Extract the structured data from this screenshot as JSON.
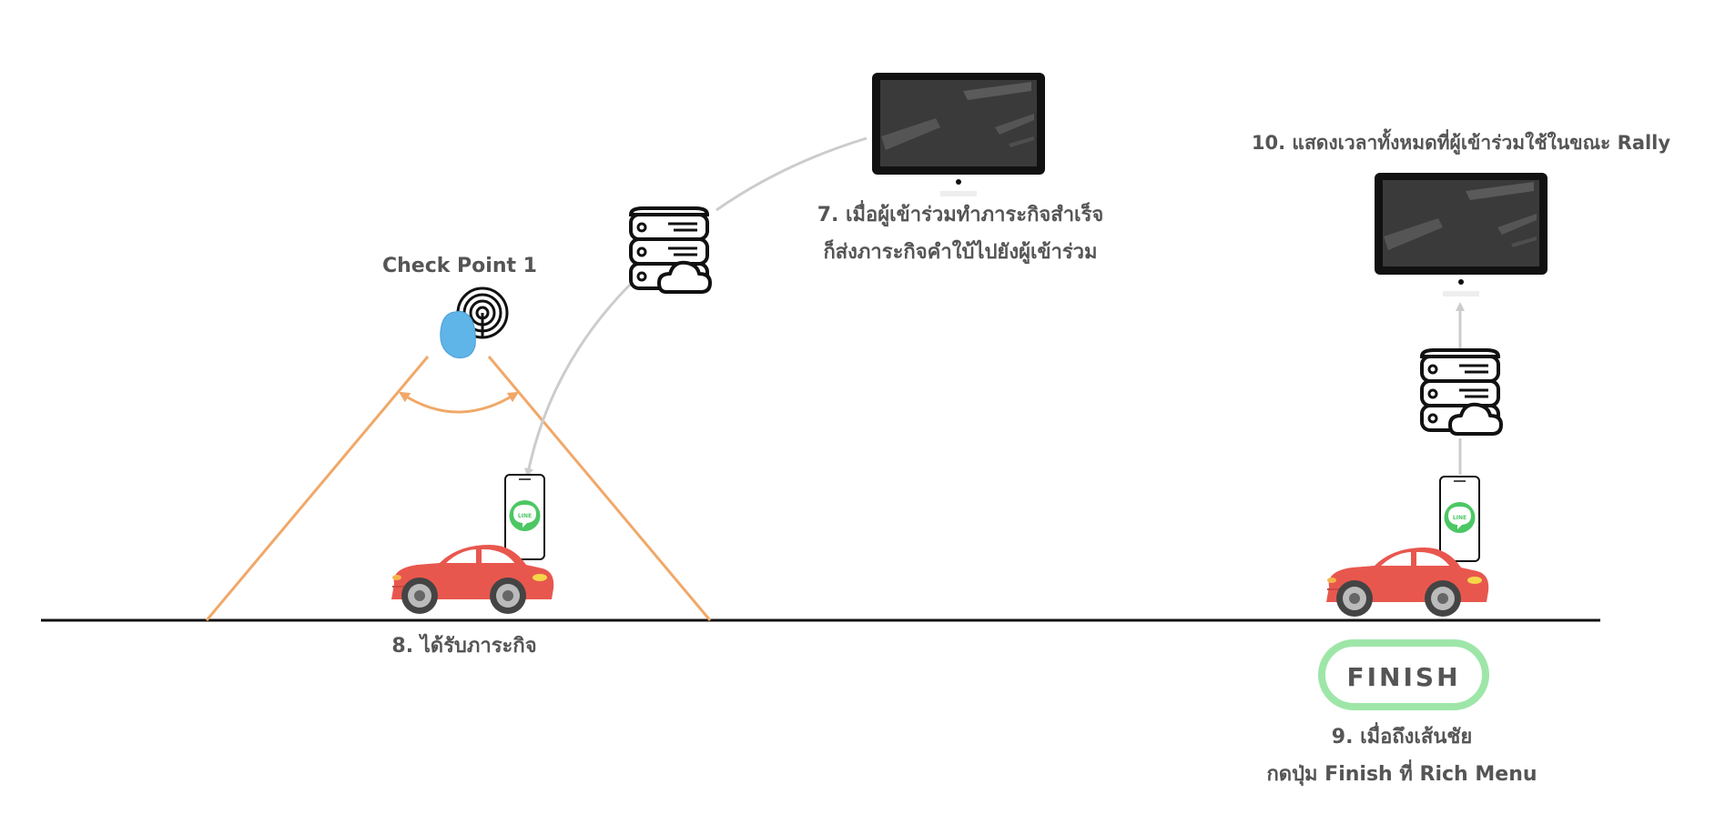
{
  "labels": {
    "checkpoint": "Check Point 1",
    "step7_line1": "7. เมื่อผู้เข้าร่วมทำภาระกิจสำเร็จ",
    "step7_line2": "ก็ส่งภาระกิจคำใบ้ไปยังผู้เข้าร่วม",
    "step8": "8. ได้รับภาระกิจ",
    "step9_line1": "9. เมื่อถึงเส้นชัย",
    "step9_line2": "กดปุ่ม Finish ที่ Rich Menu",
    "step10": "10. แสดงเวลาทั้งหมดที่ผู้เข้าร่วมใช้ในขณะ Rally"
  },
  "finish_button": {
    "label": "FINISH"
  },
  "line_app": {
    "label": "LINE"
  },
  "icons": [
    "beacon-icon",
    "signal-icon",
    "server-cloud-icon",
    "monitor-icon",
    "smartphone-icon",
    "line-app-icon",
    "car-icon"
  ],
  "colors": {
    "beam": "#f0a868",
    "car": "#e8574e",
    "finish_border": "#9ee6a8",
    "line_green": "#4cc764",
    "beacon": "#5fb4e8",
    "arrow": "#cccccc"
  }
}
